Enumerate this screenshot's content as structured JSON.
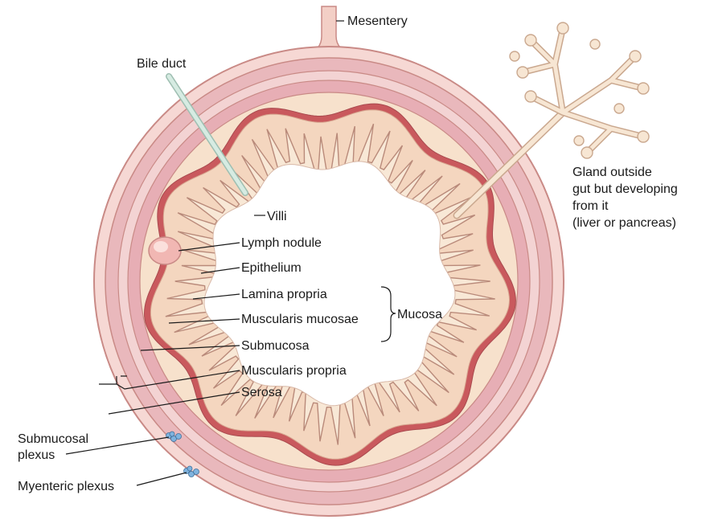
{
  "labels": {
    "mesentery": "Mesentery",
    "bile_duct": "Bile duct",
    "gland_line1": "Gland outside",
    "gland_line2": "gut but developing",
    "gland_line3": "from it",
    "gland_line4": "(liver or pancreas)",
    "villi": "Villi",
    "lymph_nodule": "Lymph nodule",
    "epithelium": "Epithelium",
    "lamina_propria": "Lamina propria",
    "muscularis_mucosae": "Muscularis mucosae",
    "mucosa": "Mucosa",
    "submucosa": "Submucosa",
    "muscularis_propria": "Muscularis propria",
    "serosa": "Serosa",
    "submucosal_line1": "Submucosal",
    "submucosal_line2": "plexus",
    "myenteric": "Myenteric plexus"
  },
  "colors": {
    "serosa_outer": "#e9aeb3",
    "muscularis_outer": "#d98f9a",
    "submucosa_fill": "#f6dcc5",
    "muscularis_mucosae": "#c9595d",
    "lamina_propria": "#f4d6bf",
    "epithelium": "#f8e8d6",
    "lumen": "#ffffff",
    "bile_duct": "#c9e0d6",
    "gland": "#f7e4cf",
    "plexus": "#7fb3de"
  }
}
